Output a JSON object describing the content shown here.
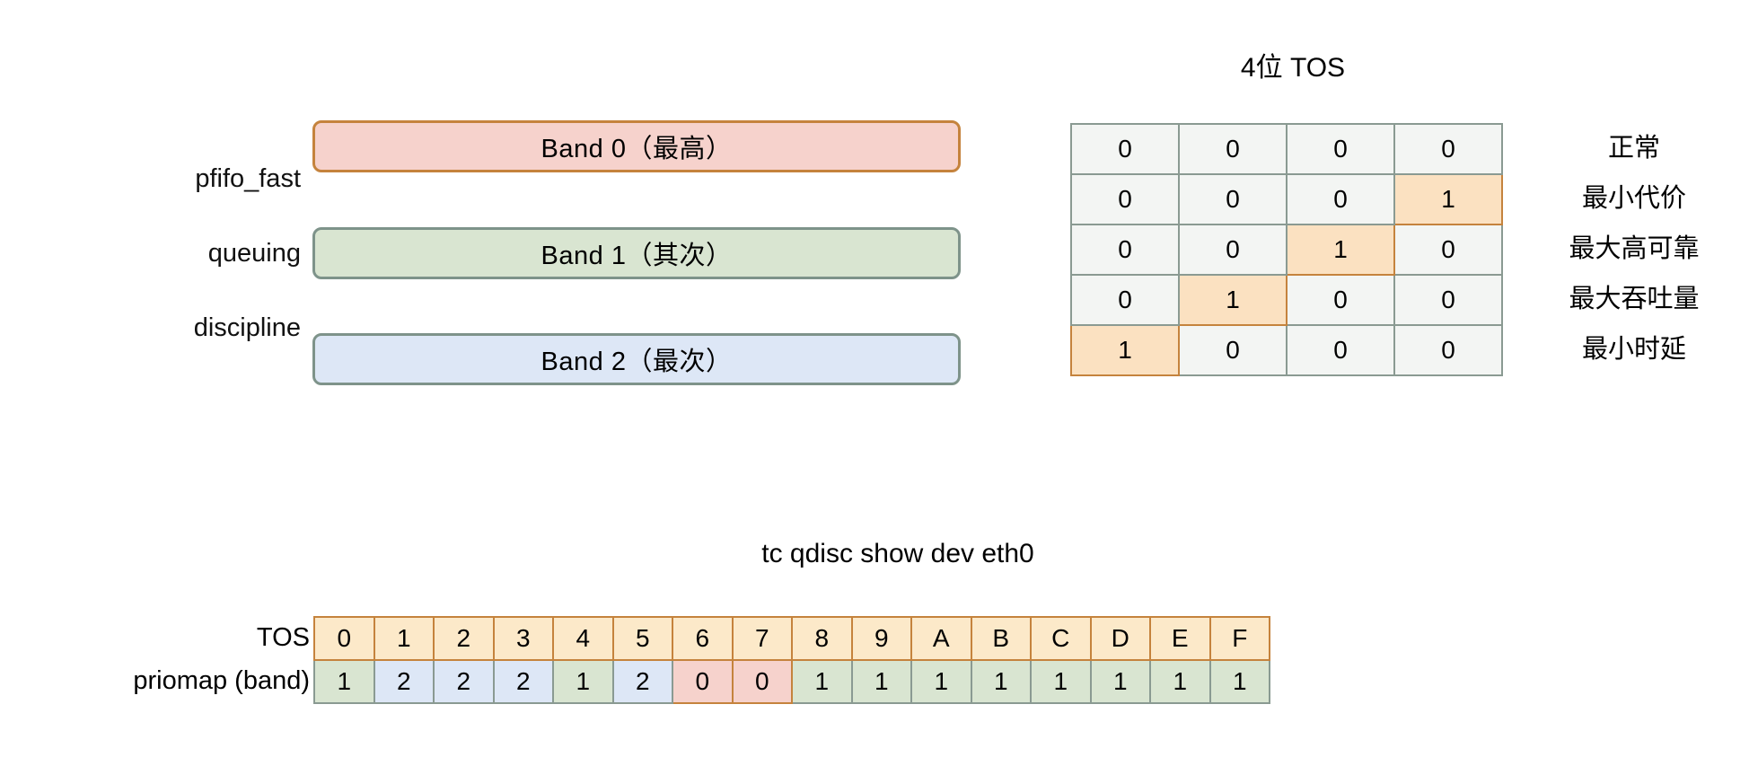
{
  "qdisc": {
    "labels": [
      "pfifo_fast",
      "queuing",
      "discipline"
    ],
    "bands": [
      {
        "text": "Band 0（最高）",
        "fill": "#f6d2cc",
        "border": "#c5833d"
      },
      {
        "text": "Band 1（其次）",
        "fill": "#d9e5d1",
        "border": "#7e938a"
      },
      {
        "text": "Band 2（最次）",
        "fill": "#dde7f6",
        "border": "#7e938a"
      }
    ]
  },
  "tos_bits": {
    "title": "4位 TOS",
    "rows": [
      {
        "bits": [
          "0",
          "0",
          "0",
          "0"
        ],
        "hot": -1,
        "meaning": "正常"
      },
      {
        "bits": [
          "0",
          "0",
          "0",
          "1"
        ],
        "hot": 3,
        "meaning": "最小代价"
      },
      {
        "bits": [
          "0",
          "0",
          "1",
          "0"
        ],
        "hot": 2,
        "meaning": "最大高可靠"
      },
      {
        "bits": [
          "0",
          "1",
          "0",
          "0"
        ],
        "hot": 1,
        "meaning": "最大吞吐量"
      },
      {
        "bits": [
          "1",
          "0",
          "0",
          "0"
        ],
        "hot": 0,
        "meaning": "最小时延"
      }
    ],
    "cell_fill": "#f3f5f3",
    "cell_border": "#8a9a92",
    "hot_fill": "#fbe1c1",
    "hot_border": "#c5833d"
  },
  "priomap": {
    "title": "tc qdisc show dev eth0",
    "row_labels": [
      "TOS",
      "priomap (band)"
    ],
    "tos": [
      "0",
      "1",
      "2",
      "3",
      "4",
      "5",
      "6",
      "7",
      "8",
      "9",
      "A",
      "B",
      "C",
      "D",
      "E",
      "F"
    ],
    "bands": [
      "1",
      "2",
      "2",
      "2",
      "1",
      "2",
      "0",
      "0",
      "1",
      "1",
      "1",
      "1",
      "1",
      "1",
      "1",
      "1"
    ],
    "tos_fill": "#fce9c9",
    "tos_border": "#c5833d",
    "band_fills": {
      "0": "#f6d2cc",
      "1": "#d9e5d1",
      "2": "#dde7f6"
    }
  }
}
